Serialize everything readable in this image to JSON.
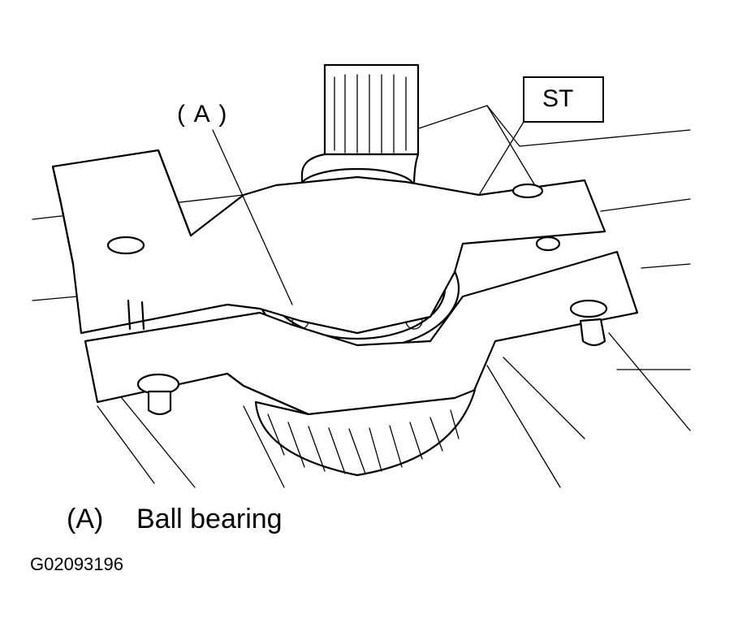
{
  "callouts": {
    "bearing_label": "( A )",
    "special_tool_label": "ST"
  },
  "legend": {
    "key": "(A)",
    "description": "Ball bearing"
  },
  "figure_id": "G02093196"
}
